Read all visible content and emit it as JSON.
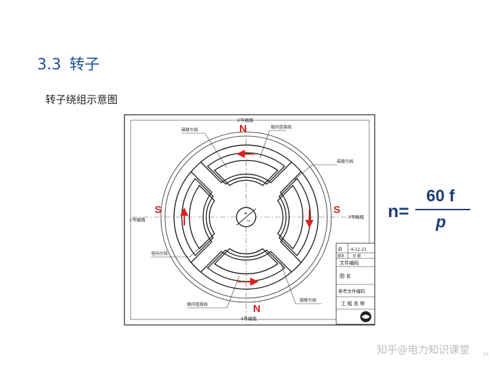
{
  "section": {
    "number": "3.3",
    "title": "转子"
  },
  "subtitle": "转子绕组示意图",
  "drawing": {
    "pole_labels": {
      "top": "2号磁极",
      "bottom": "4号磁极",
      "left": "1号磁极",
      "right": "3号磁极"
    },
    "pole_letters": {
      "top": "N",
      "bottom": "N",
      "left": "S",
      "right": "S"
    },
    "callouts": {
      "lead_top_left": "磁极引线",
      "connector_top": "极间连接线",
      "lead_top_right": "磁极引线",
      "radial_lead": "径向引线",
      "connector_bottom": "极间连接线",
      "lead_bottom_right": "磁极引线"
    },
    "title_block": {
      "rev": "Ø",
      "date": "4-12-21",
      "col_version": "版本",
      "col_date": "日 期",
      "file_no": "文件编码",
      "drawing_name": "图      名",
      "ref_file": "参考文件编码",
      "project": "工 程 名 称"
    },
    "colors": {
      "pole_letter": "#d9201f",
      "arrow": "#d9201f",
      "line": "#222222"
    }
  },
  "formula": {
    "lhs": "n=",
    "numerator": "60 f",
    "denominator": "p"
  },
  "watermark": "知乎@电力知识课堂",
  "page_number": "39"
}
